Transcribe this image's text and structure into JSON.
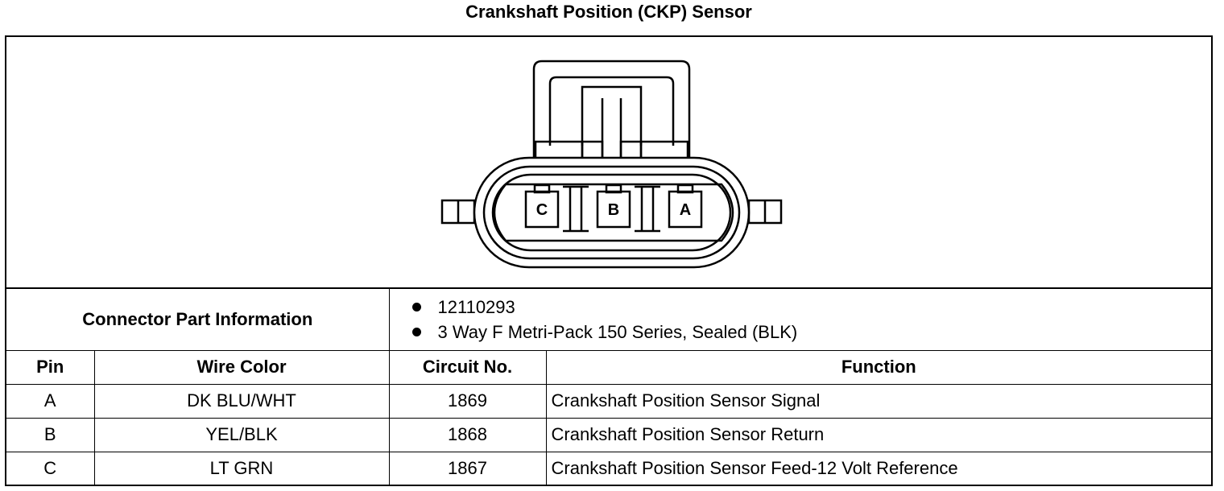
{
  "title": "Crankshaft Position (CKP) Sensor",
  "connector": {
    "pin_labels": [
      "C",
      "B",
      "A"
    ]
  },
  "part_info": {
    "label": "Connector Part Information",
    "items": [
      "12110293",
      "3 Way F Metri-Pack 150 Series, Sealed (BLK)"
    ]
  },
  "table": {
    "headers": {
      "pin": "Pin",
      "wire_color": "Wire Color",
      "circuit": "Circuit No.",
      "function": "Function"
    },
    "rows": [
      {
        "pin": "A",
        "wire_color": "DK BLU/WHT",
        "circuit": "1869",
        "function": "Crankshaft Position Sensor Signal"
      },
      {
        "pin": "B",
        "wire_color": "YEL/BLK",
        "circuit": "1868",
        "function": "Crankshaft Position Sensor Return"
      },
      {
        "pin": "C",
        "wire_color": "LT GRN",
        "circuit": "1867",
        "function": "Crankshaft Position Sensor Feed-12 Volt Reference"
      }
    ]
  }
}
